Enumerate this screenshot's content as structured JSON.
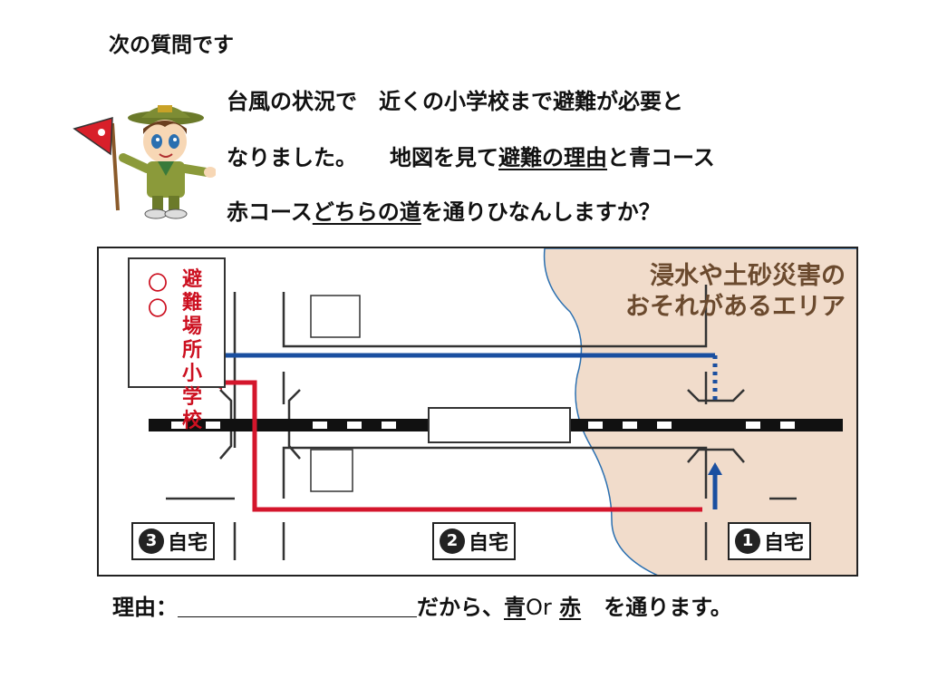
{
  "question": {
    "header": "次の質問です",
    "line1": "台風の状況で　近くの小学校まで避難が必要と",
    "line2_pre": "なりました。　　地図を見て",
    "line2_u": "避難の理由",
    "line2_post": "と青コース",
    "line3_pre": "赤コース",
    "line3_u": "どちらの道",
    "line3_post": "を通りひなんしますか？"
  },
  "map": {
    "hazard_line1": "浸水や土砂災害の",
    "hazard_line2": "おそれがあるエリア",
    "school_circles": "〇〇",
    "school_name": "避難場所小学校",
    "homes": [
      {
        "num": "3",
        "label": "自宅"
      },
      {
        "num": "2",
        "label": "自宅"
      },
      {
        "num": "1",
        "label": "自宅"
      }
    ],
    "colors": {
      "blue_route": "#1a4fa0",
      "red_route": "#d4162c",
      "hazard_fill": "#f1dccb",
      "hazard_text": "#6b4a2e"
    }
  },
  "answer": {
    "label": "理由：",
    "blank": "＿＿＿＿＿＿＿＿＿＿＿",
    "middle": "だから、",
    "option_blue": "青",
    "or_text": "Or",
    "option_red": "赤",
    "end": "を通ります。"
  }
}
